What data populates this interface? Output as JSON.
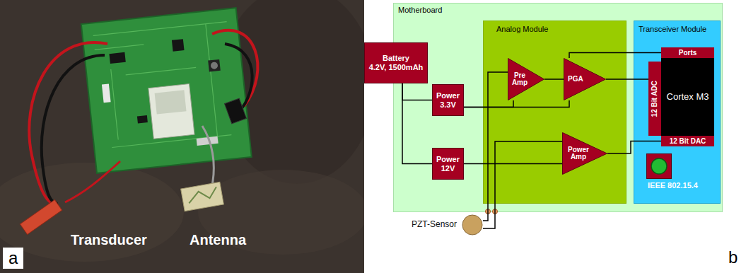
{
  "diagram": {
    "nodes": [
      {
        "text": [
          "Motherboard"
        ]
      },
      {
        "text": [
          "Battery",
          "4.2V, 1500mAh"
        ]
      },
      {
        "text": [
          "Power 3.3V"
        ],
        "in": 0
      },
      {
        "text": [
          "Power 12V"
        ],
        "in": 0
      },
      {
        "text": [
          "Analog Module"
        ],
        "in": 0
      },
      {
        "text": [
          "Pre Amp"
        ],
        "in": 4
      },
      {
        "text": [
          "PGA"
        ],
        "in": 4
      },
      {
        "text": [
          "Power Amp"
        ],
        "in": 4
      },
      {
        "text": [
          "Transceiver Module"
        ],
        "in": 0
      },
      {
        "text": [
          "Ports"
        ],
        "in": 8
      },
      {
        "text": [
          "12 Bit ADC"
        ],
        "in": 8
      },
      {
        "text": [
          "Cortex M3"
        ],
        "in": 8
      },
      {
        "text": [
          "12 Bit DAC"
        ],
        "in": 8
      },
      {
        "text": [
          "IEEE 802.15.4"
        ],
        "in": 8
      },
      {
        "text": [
          "PZT-Sensor"
        ]
      }
    ],
    "edges": [
      {
        "from": 1,
        "to": 2,
        "arrow": "none"
      },
      {
        "from": 1,
        "to": 3,
        "arrow": "none"
      },
      {
        "from": 2,
        "to": 5,
        "arrow": "none"
      },
      {
        "from": 2,
        "to": 6,
        "arrow": "none"
      },
      {
        "from": 3,
        "to": 7,
        "arrow": "none"
      },
      {
        "from": 14,
        "to": 5,
        "arrow": "none"
      },
      {
        "from": 5,
        "to": 6,
        "arrow": "none"
      },
      {
        "from": 6,
        "to": 10,
        "arrow": "none"
      },
      {
        "from": 9,
        "to": 6,
        "arrow": "none"
      },
      {
        "from": 12,
        "to": 7,
        "arrow": "none"
      },
      {
        "from": 7,
        "to": 14,
        "arrow": "none"
      }
    ],
    "labels": [
      "a",
      "Transducer",
      "Antenna",
      "b"
    ]
  }
}
